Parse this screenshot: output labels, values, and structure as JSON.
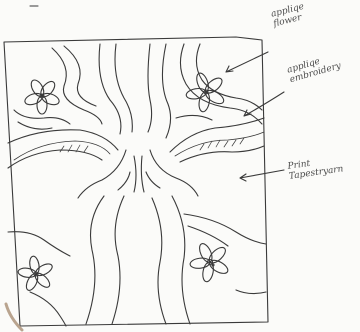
{
  "annotations": {
    "appliqe_flower": "appliqe\nflower",
    "applique_embroidery": "appliqe\nembroidery",
    "print_tapestry": "Print\nTapestryarn"
  },
  "colors": {
    "pencil": "#3a3a3a",
    "paper": "#fbfbf9",
    "shadow": "#b9a48f"
  }
}
